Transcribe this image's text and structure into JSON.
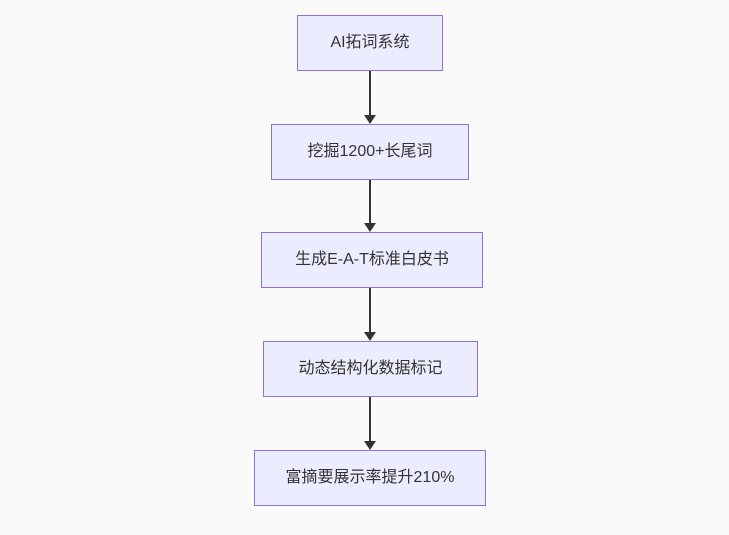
{
  "flowchart": {
    "type": "flowchart",
    "direction": "top-down",
    "nodes": [
      {
        "id": "A",
        "label": "AI拓词系统"
      },
      {
        "id": "B",
        "label": "挖掘1200+长尾词"
      },
      {
        "id": "C",
        "label": "生成E-A-T标准白皮书"
      },
      {
        "id": "D",
        "label": "动态结构化数据标记"
      },
      {
        "id": "E",
        "label": "富摘要展示率提升210%"
      }
    ],
    "edges": [
      {
        "from": "A",
        "to": "B",
        "label": ""
      },
      {
        "from": "B",
        "to": "C",
        "label": ""
      },
      {
        "from": "C",
        "to": "D",
        "label": ""
      },
      {
        "from": "D",
        "to": "E",
        "label": ""
      }
    ],
    "colors": {
      "background": "#fafafa",
      "node_fill": "#ececff",
      "node_border": "#9370db",
      "text": "#333333",
      "arrow": "#333333"
    }
  }
}
